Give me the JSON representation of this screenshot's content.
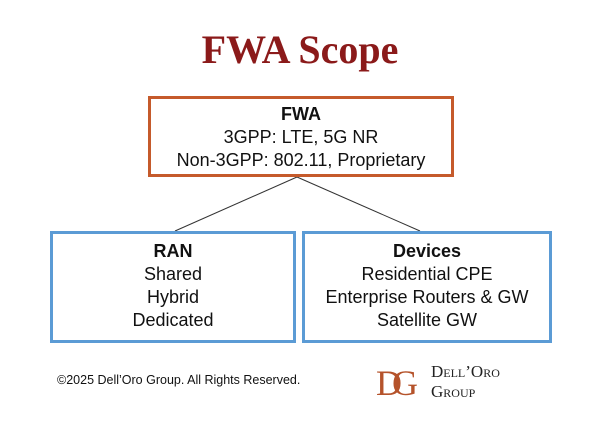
{
  "title": "FWA Scope",
  "top": {
    "heading": "FWA",
    "lines": [
      "3GPP: LTE, 5G NR",
      "Non-3GPP: 802.11, Proprietary"
    ]
  },
  "ran": {
    "heading": "RAN",
    "lines": [
      "Shared",
      "Hybrid",
      "Dedicated"
    ]
  },
  "devices": {
    "heading": "Devices",
    "lines": [
      "Residential CPE",
      "Enterprise Routers & GW",
      "Satellite GW"
    ]
  },
  "footer": {
    "copyright": "©2025 Dell’Oro Group. All Rights Reserved.",
    "logo_mark": "DG",
    "logo_line1": "Dell’Oro",
    "logo_line2": "Group"
  },
  "colors": {
    "title": "#8b1a1a",
    "top_border": "#c55a2b",
    "child_border": "#5b9bd5"
  }
}
